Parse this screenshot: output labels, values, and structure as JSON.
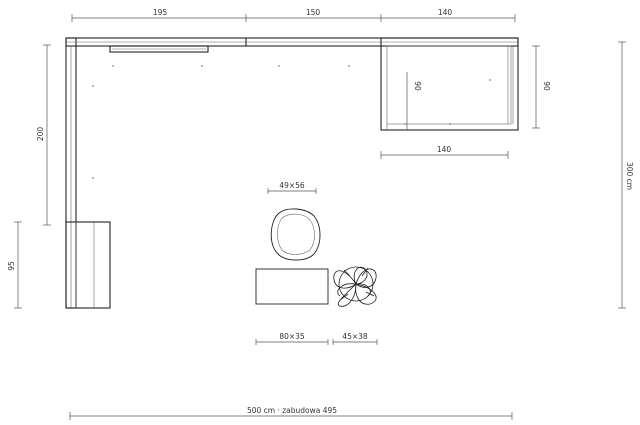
{
  "dimensions": {
    "top_left": "195",
    "top_middle": "150",
    "top_right": "140",
    "left_upper": "200",
    "left_lower": "95",
    "right_cabinet_inner": "90",
    "right_cabinet_outer": "90",
    "right_cabinet_bottom": "140",
    "right_total": "300 cm",
    "chair": "49×56",
    "bench": "80×35",
    "plant": "45×38",
    "bottom_total": "500 cm · zabudowa 495"
  },
  "colors": {
    "line": "#222222",
    "dimension": "#555555",
    "text": "#333333"
  }
}
